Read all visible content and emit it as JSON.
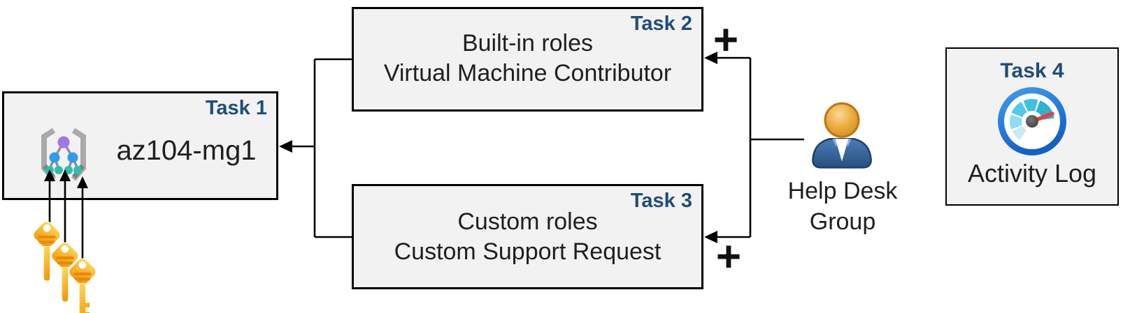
{
  "palette": {
    "box_fill": "#f2f2f2",
    "box_border": "#000000",
    "task_label_blue": "#1f4e79",
    "body_text": "#1f1f1f",
    "connector_black": "#000000",
    "key_gold": "#f6a60f",
    "person_blue": "#3a6dad",
    "person_head_orange": "#e09c25",
    "gauge_ring_blue": "#1d77dc",
    "gauge_needle_red": "#e8403a"
  },
  "task1": {
    "label": "Task 1",
    "title": "az104-mg1"
  },
  "task2": {
    "label": "Task 2",
    "lines": [
      "Built-in roles",
      "Virtual Machine Contributor"
    ],
    "plus": "+"
  },
  "task3": {
    "label": "Task 3",
    "lines": [
      "Custom roles",
      "Custom Support Request"
    ],
    "plus": "+"
  },
  "task4": {
    "label": "Task 4",
    "caption": "Activity Log"
  },
  "helpdesk": {
    "lines": [
      "Help Desk",
      "Group"
    ]
  },
  "icons": {
    "task1": "management-group-icon",
    "task4": "activity-log-gauge-icon",
    "helpdesk": "person-icon",
    "keys": "key-icon"
  }
}
